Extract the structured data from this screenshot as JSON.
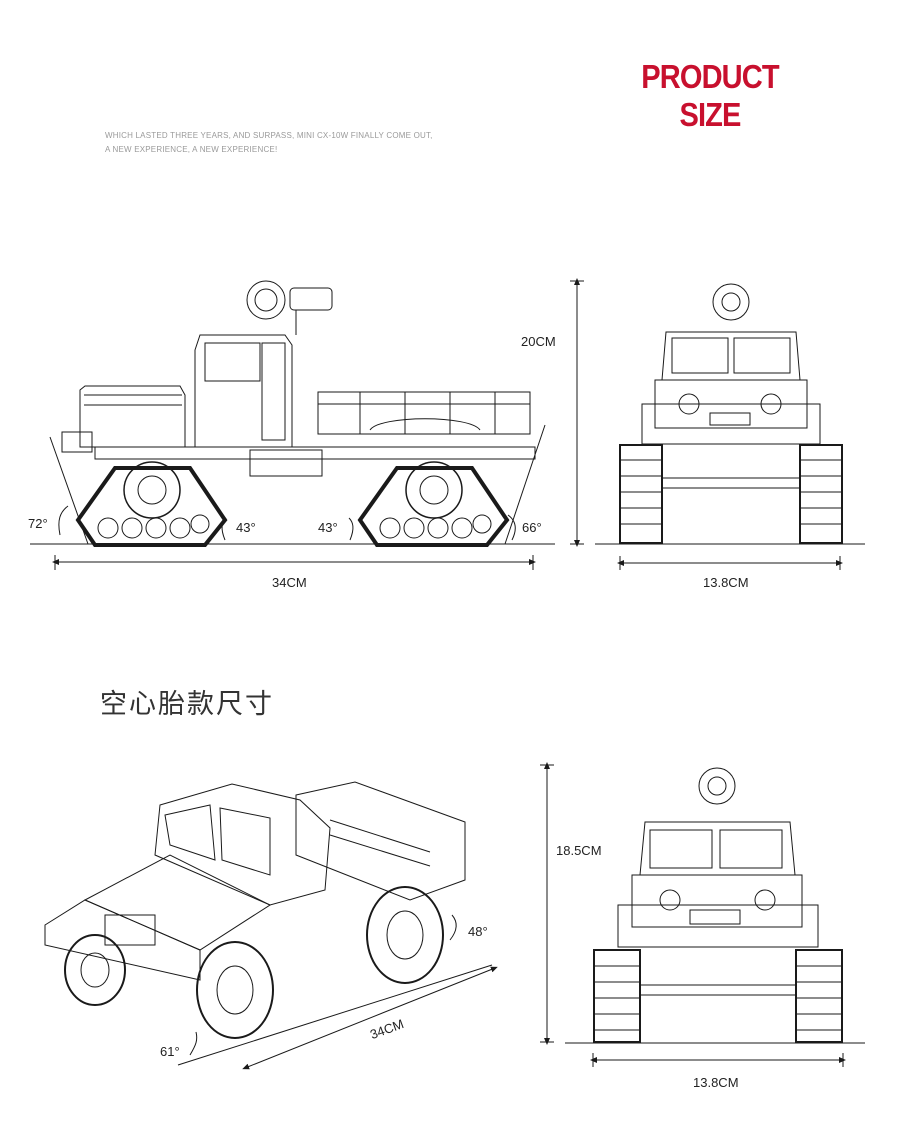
{
  "header": {
    "title": "PRODUCT SIZE",
    "tagline_1": "WHICH LASTED THREE YEARS, AND SURPASS, MINI CX-10W FINALLY COME OUT,",
    "tagline_2": "A NEW EXPERIENCE, A NEW EXPERIENCE!"
  },
  "tracked_version": {
    "side_view": {
      "height": "20CM",
      "length": "34CM",
      "angle_front_approach": "72°",
      "angle_front_track": "43°",
      "angle_rear_track": "43°",
      "angle_departure": "66°"
    },
    "front_view": {
      "width": "13.8CM"
    }
  },
  "hollow_tire_version": {
    "section_title": "空心胎款尺寸",
    "perspective_view": {
      "length": "34CM",
      "angle_rear": "48°",
      "angle_front": "61°"
    },
    "front_view": {
      "height": "18.5CM",
      "width": "13.8CM"
    }
  },
  "colors": {
    "title_red": "#c8102e",
    "line": "#1a1a1a",
    "subtext": "#9a9a9a"
  }
}
